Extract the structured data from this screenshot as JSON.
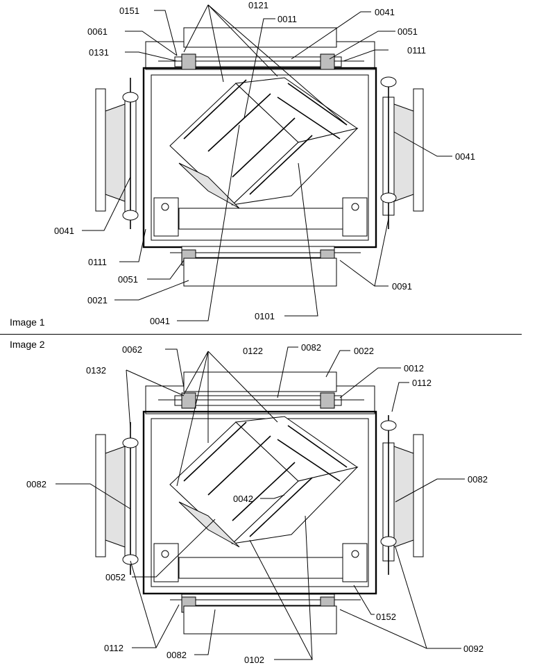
{
  "figures": [
    {
      "caption": "Image 1",
      "labels": [
        "0151",
        "0121",
        "0011",
        "0041",
        "0061",
        "0051",
        "0131",
        "0111",
        "0041",
        "0041",
        "0111",
        "0051",
        "0021",
        "0041",
        "0101",
        "0091"
      ]
    },
    {
      "caption": "Image 2",
      "labels": [
        "0062",
        "0122",
        "0082",
        "0022",
        "0132",
        "0012",
        "0112",
        "0082",
        "0082",
        "0042",
        "0052",
        "0152",
        "0112",
        "0082",
        "0102",
        "0092"
      ]
    }
  ]
}
